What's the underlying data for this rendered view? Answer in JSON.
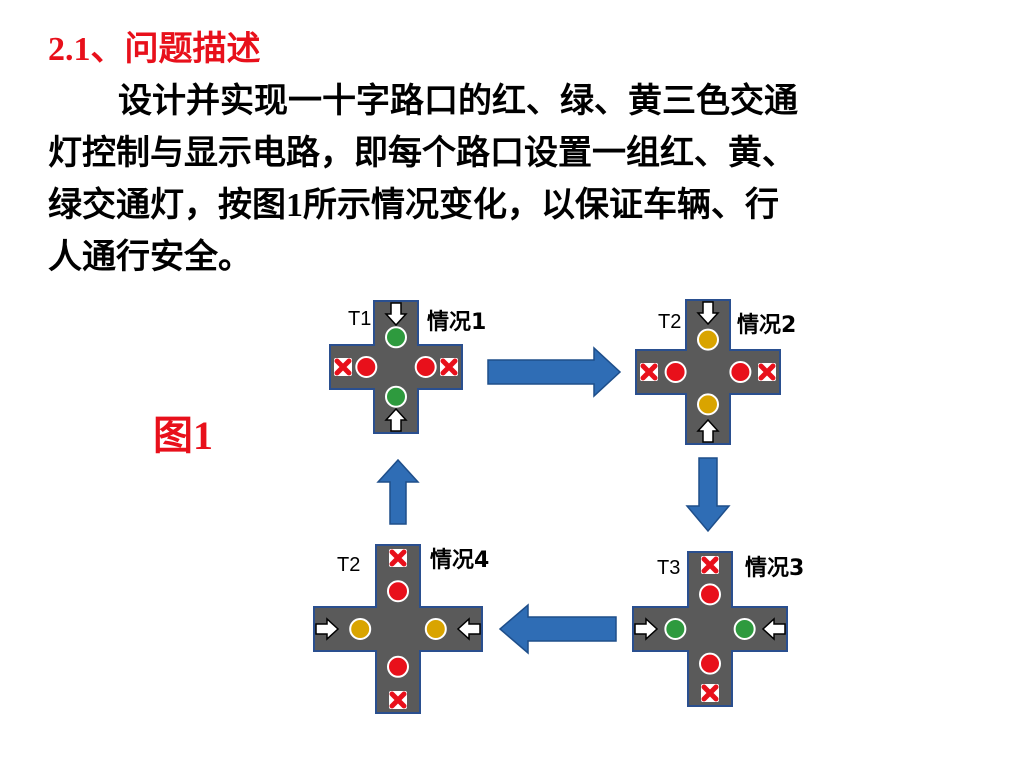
{
  "heading": "2.1、问题描述",
  "paragraph_lines": [
    "设计并实现一十字路口的红、绿、黄三色交通",
    "灯控制与显示电路，即每个路口设置一组红、黄、",
    "绿交通灯，按图1所示情况变化，以保证车辆、行",
    "人通行安全。"
  ],
  "figure_label": "图1",
  "colors": {
    "accent": "#e8101b",
    "road": "#5a5a5a",
    "road_border": "#2a4f8f",
    "arrow": "#2f6db5",
    "red": "#e8101b",
    "green": "#2e9a3e",
    "yellow": "#d9a400"
  },
  "states": [
    {
      "timer": "T1",
      "label": "情况1",
      "vertical": "green",
      "horizontal": "red",
      "vertical_marker": "arrow",
      "horizontal_marker": "cross"
    },
    {
      "timer": "T2",
      "label": "情况2",
      "vertical": "yellow",
      "horizontal": "red",
      "vertical_marker": "arrow",
      "horizontal_marker": "cross"
    },
    {
      "timer": "T3",
      "label": "情况3",
      "vertical": "red",
      "horizontal": "green",
      "vertical_marker": "cross",
      "horizontal_marker": "arrow"
    },
    {
      "timer": "T2",
      "label": "情况4",
      "vertical": "red",
      "horizontal": "yellow",
      "vertical_marker": "cross",
      "horizontal_marker": "arrow"
    }
  ]
}
